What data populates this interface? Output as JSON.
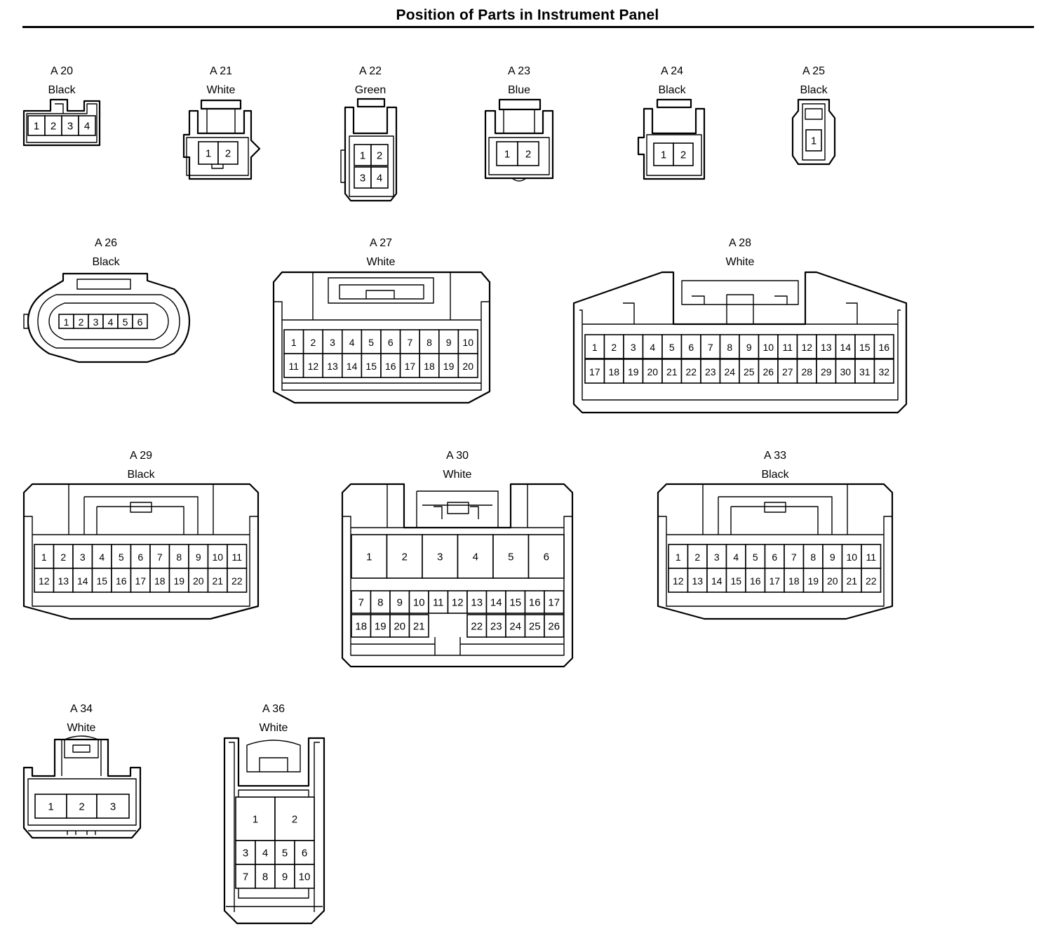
{
  "title": "Position of Parts in Instrument Panel",
  "connectors": [
    {
      "id": "A 20",
      "color": "Black",
      "pins": [
        "1",
        "2",
        "3",
        "4"
      ]
    },
    {
      "id": "A 21",
      "color": "White",
      "pins": [
        "1",
        "2"
      ]
    },
    {
      "id": "A 22",
      "color": "Green",
      "pins": [
        "1",
        "2",
        "3",
        "4"
      ]
    },
    {
      "id": "A 23",
      "color": "Blue",
      "pins": [
        "1",
        "2"
      ]
    },
    {
      "id": "A 24",
      "color": "Black",
      "pins": [
        "1",
        "2"
      ]
    },
    {
      "id": "A 25",
      "color": "Black",
      "pins": [
        "1"
      ]
    },
    {
      "id": "A 26",
      "color": "Black",
      "pins": [
        "1",
        "2",
        "3",
        "4",
        "5",
        "6"
      ]
    },
    {
      "id": "A 27",
      "color": "White",
      "pins": [
        "1",
        "2",
        "3",
        "4",
        "5",
        "6",
        "7",
        "8",
        "9",
        "10",
        "11",
        "12",
        "13",
        "14",
        "15",
        "16",
        "17",
        "18",
        "19",
        "20"
      ]
    },
    {
      "id": "A 28",
      "color": "White",
      "pins": [
        "1",
        "2",
        "3",
        "4",
        "5",
        "6",
        "7",
        "8",
        "9",
        "10",
        "11",
        "12",
        "13",
        "14",
        "15",
        "16",
        "17",
        "18",
        "19",
        "20",
        "21",
        "22",
        "23",
        "24",
        "25",
        "26",
        "27",
        "28",
        "29",
        "30",
        "31",
        "32"
      ]
    },
    {
      "id": "A 29",
      "color": "Black",
      "pins": [
        "1",
        "2",
        "3",
        "4",
        "5",
        "6",
        "7",
        "8",
        "9",
        "10",
        "11",
        "12",
        "13",
        "14",
        "15",
        "16",
        "17",
        "18",
        "19",
        "20",
        "21",
        "22"
      ]
    },
    {
      "id": "A 30",
      "color": "White",
      "pins": [
        "1",
        "2",
        "3",
        "4",
        "5",
        "6",
        "7",
        "8",
        "9",
        "10",
        "11",
        "12",
        "13",
        "14",
        "15",
        "16",
        "17",
        "18",
        "19",
        "20",
        "21",
        "22",
        "23",
        "24",
        "25",
        "26"
      ]
    },
    {
      "id": "A 33",
      "color": "Black",
      "pins": [
        "1",
        "2",
        "3",
        "4",
        "5",
        "6",
        "7",
        "8",
        "9",
        "10",
        "11",
        "12",
        "13",
        "14",
        "15",
        "16",
        "17",
        "18",
        "19",
        "20",
        "21",
        "22"
      ]
    },
    {
      "id": "A 34",
      "color": "White",
      "pins": [
        "1",
        "2",
        "3"
      ]
    },
    {
      "id": "A 36",
      "color": "White",
      "pins": [
        "1",
        "2",
        "3",
        "4",
        "5",
        "6",
        "7",
        "8",
        "9",
        "10"
      ]
    }
  ]
}
